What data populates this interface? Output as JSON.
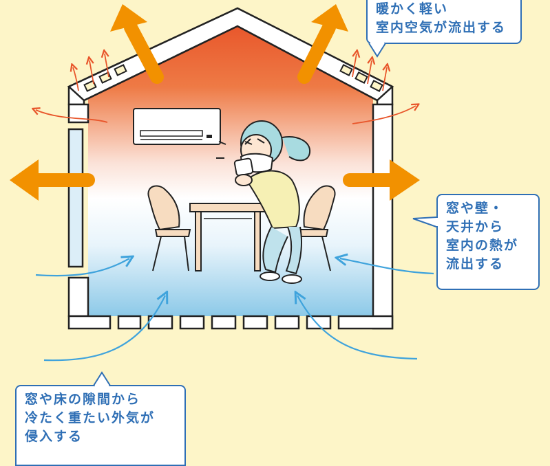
{
  "callouts": {
    "warm_air": [
      "暖かく軽い",
      "室内空気が流出する"
    ],
    "heat_loss": [
      "窓や壁・",
      "天井から",
      "室内の熱が",
      "流出する"
    ],
    "cold_air": [
      "窓や床の隙間から",
      "冷たく重たい外気が",
      "侵入する"
    ]
  },
  "colors": {
    "background": "#fdf5c8",
    "house_gradient_top": "#e8552a",
    "house_gradient_mid": "#ffffff",
    "house_gradient_bottom": "#8cc9e8",
    "heat_arrow": "#f29100",
    "small_heat_arrow": "#e8552a",
    "cold_air_line": "#3fa3dc",
    "callout_border": "#2f6fb5"
  },
  "icons": [
    "air-conditioner-icon",
    "person-sneezing-icon",
    "chair-icon",
    "table-icon",
    "window-icon"
  ]
}
